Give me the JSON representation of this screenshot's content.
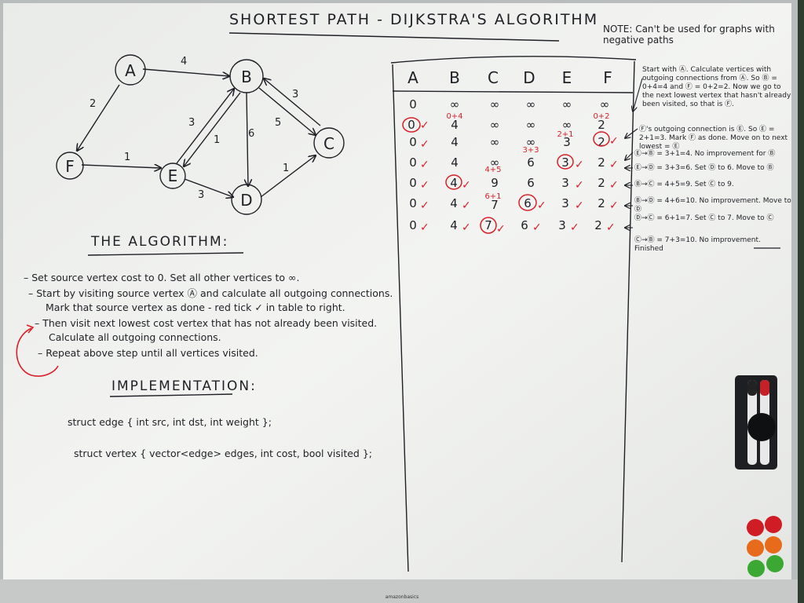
{
  "board": {
    "title": "SHORTEST PATH - DIJKSTRA'S ALGORITHM",
    "note": "NOTE: Can't be used for graphs with negative paths",
    "brand": "amazonbasics"
  },
  "graph": {
    "nodes": [
      "A",
      "B",
      "C",
      "D",
      "E",
      "F"
    ],
    "edges": [
      {
        "from": "A",
        "to": "B",
        "weight": "4"
      },
      {
        "from": "A",
        "to": "F",
        "weight": "2"
      },
      {
        "from": "F",
        "to": "E",
        "weight": "1"
      },
      {
        "from": "E",
        "to": "B",
        "weight": "3"
      },
      {
        "from": "B",
        "to": "E",
        "weight": "1"
      },
      {
        "from": "B",
        "to": "D",
        "weight": "6"
      },
      {
        "from": "B",
        "to": "C",
        "weight": "5"
      },
      {
        "from": "C",
        "to": "B",
        "weight": "3"
      },
      {
        "from": "E",
        "to": "D",
        "weight": "3"
      },
      {
        "from": "D",
        "to": "C",
        "weight": "1"
      }
    ]
  },
  "algorithm": {
    "heading": "THE ALGORITHM:",
    "steps": [
      "– Set source vertex cost to 0. Set all other vertices to ∞.",
      "– Start by visiting source vertex Ⓐ and calculate all outgoing connections.",
      "Mark that source vertex as done - red tick ✓ in table to right.",
      "– Then visit next lowest cost vertex that has not already been visited.",
      "Calculate all outgoing connections.",
      "– Repeat above step until all vertices visited."
    ]
  },
  "implementation": {
    "heading": "IMPLEMENTATION:",
    "lines": [
      "struct edge { int src, int dst, int weight };",
      "struct vertex { vector<edge> edges, int cost, bool visited };"
    ]
  },
  "table": {
    "headers": [
      "A",
      "B",
      "C",
      "D",
      "E",
      "F"
    ],
    "rows": [
      [
        "0",
        "∞",
        "∞",
        "∞",
        "∞",
        "∞"
      ],
      [
        "0",
        "4",
        "∞",
        "∞",
        "∞",
        "2"
      ],
      [
        "0",
        "4",
        "∞",
        "∞",
        "3",
        "2"
      ],
      [
        "0",
        "4",
        "∞",
        "6",
        "3",
        "2"
      ],
      [
        "0",
        "4",
        "9",
        "6",
        "3",
        "2"
      ],
      [
        "0",
        "4",
        "7",
        "6",
        "3",
        "2"
      ],
      [
        "0",
        "4",
        "7",
        "6",
        "3",
        "2"
      ]
    ],
    "annotations": {
      "r1c1": "0+4",
      "r1c5": "0+2",
      "r2c4": "2+1",
      "r3c3": "3+3",
      "r4c2": "4+5",
      "r5c2": "6+1"
    },
    "check": "✓"
  },
  "explanations": [
    "Start with Ⓐ. Calculate vertices with outgoing connections from Ⓐ. So Ⓑ = 0+4=4 and Ⓕ = 0+2=2. Now we go to the next lowest vertex that hasn't already been visited, so that is Ⓕ.",
    "Ⓕ's outgoing connection is Ⓔ. So Ⓔ = 2+1=3. Mark Ⓕ as done. Move on to next lowest = Ⓔ",
    "Ⓔ→Ⓑ = 3+1=4. No improvement for Ⓑ",
    "Ⓔ→Ⓓ = 3+3=6. Set Ⓓ to 6. Move to Ⓑ",
    "Ⓑ→Ⓒ = 4+5=9. Set Ⓒ to 9.",
    "Ⓑ→Ⓓ = 4+6=10. No improvement. Move to Ⓓ",
    "Ⓓ→Ⓒ = 6+1=7. Set Ⓒ to 7. Move to Ⓒ",
    "Ⓒ→Ⓑ = 7+3=10. No improvement. Finished"
  ],
  "colors": {
    "marker_black": "#1f1f25",
    "marker_red": "#d8202a"
  }
}
